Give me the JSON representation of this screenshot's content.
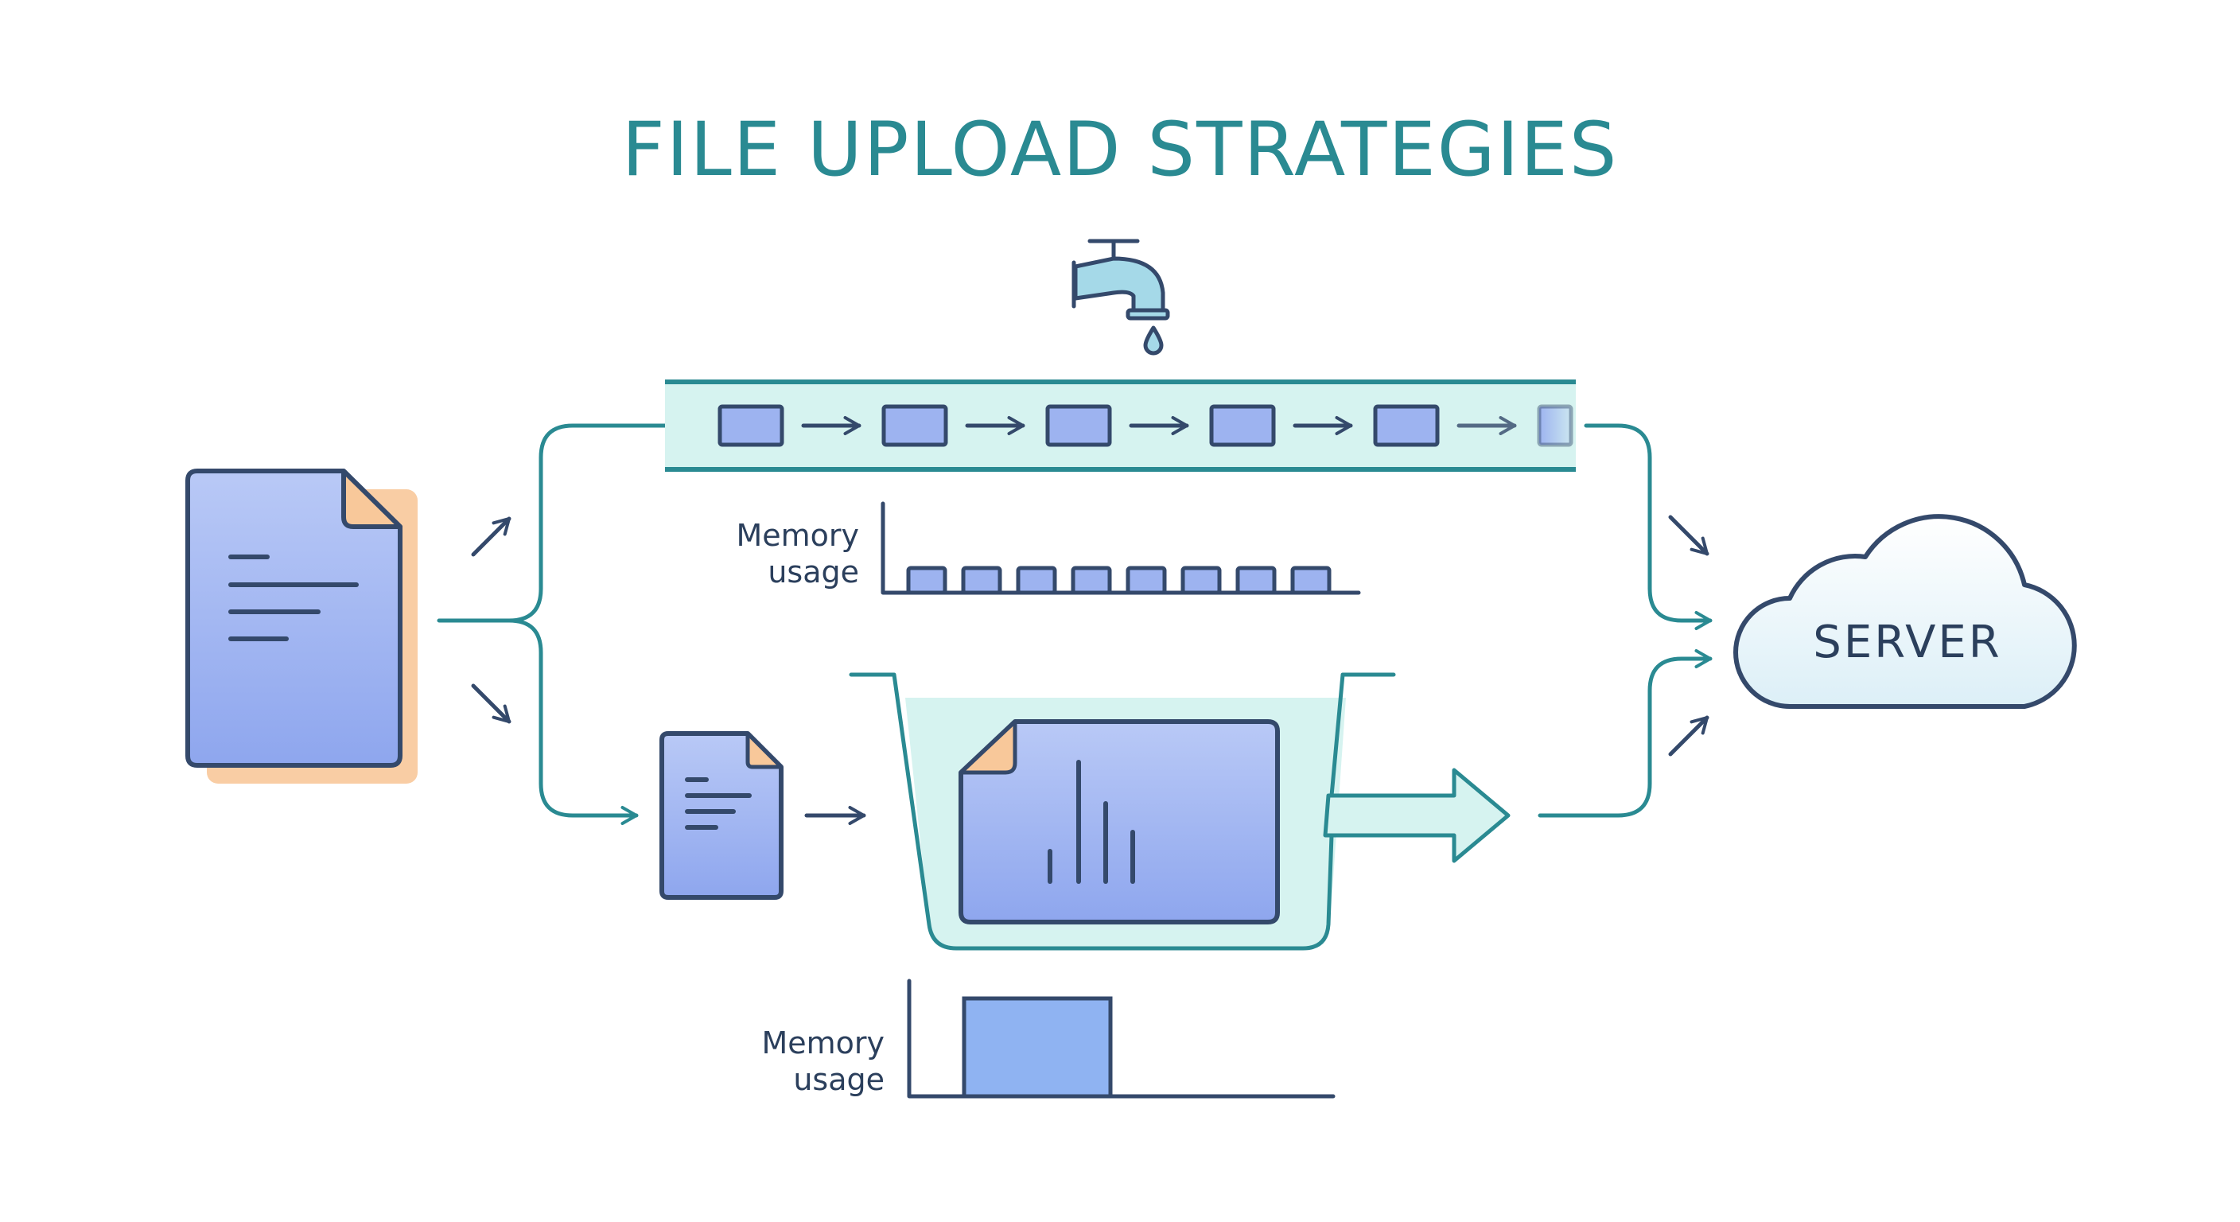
{
  "title": "FILE UPLOAD STRATEGIES",
  "server": {
    "label": "SERVER"
  },
  "streaming": {
    "memory_label_line1": "Memory",
    "memory_label_line2": "usage"
  },
  "buffered": {
    "memory_label_line1": "Memory",
    "memory_label_line2": "usage"
  },
  "colors": {
    "teal": "#2a8a92",
    "navy": "#34496b",
    "document_blue": "#9db3f0",
    "pipe_fill": "#d6f3f0",
    "accent_orange": "#f8c89a",
    "memory_bar_blue": "#8fb3f2"
  }
}
